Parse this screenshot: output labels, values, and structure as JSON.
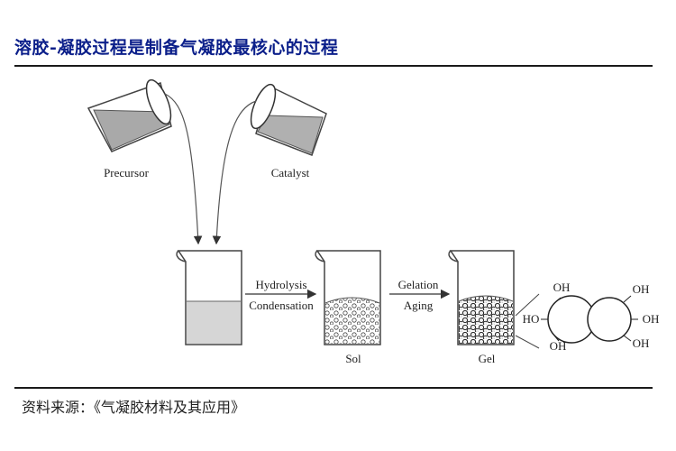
{
  "title": "溶胶-凝胶过程是制备气凝胶最核心的过程",
  "source": "资料来源：《气凝胶材料及其应用》",
  "labels": {
    "precursor": "Precursor",
    "catalyst": "Catalyst",
    "hydrolysis": "Hydrolysis",
    "condensation": "Condensation",
    "gelation": "Gelation",
    "aging": "Aging",
    "sol": "Sol",
    "gel": "Gel"
  },
  "molecule": {
    "oh_top_left": "OH",
    "oh_top_right": "OH",
    "ho_left": "HO",
    "oh_right": "OH",
    "oh_bottom_left": "OH",
    "oh_bottom_right": "OH"
  }
}
